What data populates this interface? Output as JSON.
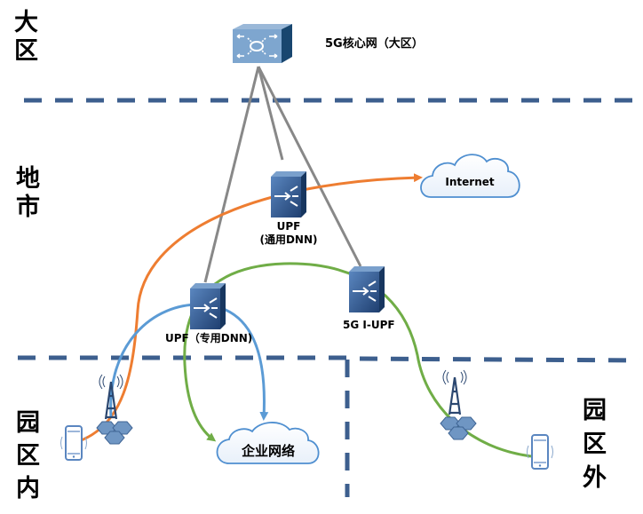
{
  "zones": {
    "region": "大区",
    "city": "地市",
    "campus_inside": "园区内",
    "campus_outside": "园区外"
  },
  "nodes": {
    "core": "5G核心网（大区）",
    "upf_general_line1": "UPF",
    "upf_general_line2": "(通用DNN)",
    "upf_dedicated": "UPF（专用DNN)",
    "iupf": "5G I-UPF"
  },
  "clouds": {
    "internet": "Internet",
    "enterprise": "企业网络"
  },
  "colors": {
    "dash": "#3d5f8e",
    "link_gray": "#888888",
    "path_orange": "#ee7d31",
    "path_blue": "#5b9bd5",
    "path_green": "#70ad47",
    "device_blue": "#4a6fa5",
    "cloud_stroke": "#4f8fd0"
  }
}
